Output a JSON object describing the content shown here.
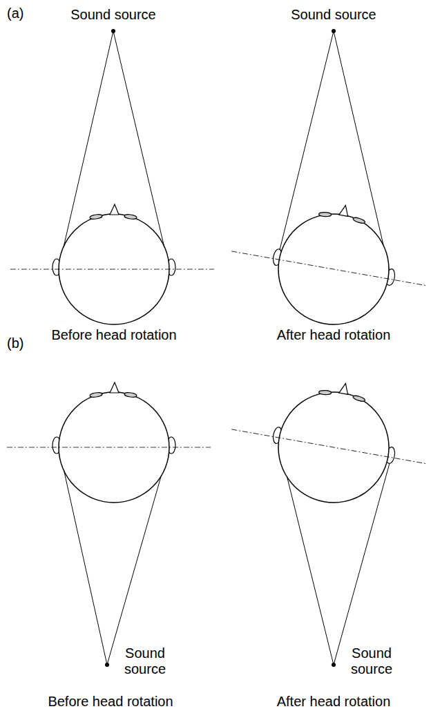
{
  "diagram": {
    "labels": [
      "(a)",
      "Sound source",
      "Sound source",
      "Before head rotation",
      "After head rotation",
      "(b)",
      "Sound source",
      "Sound source",
      "Before head rotation",
      "After head rotation"
    ]
  }
}
